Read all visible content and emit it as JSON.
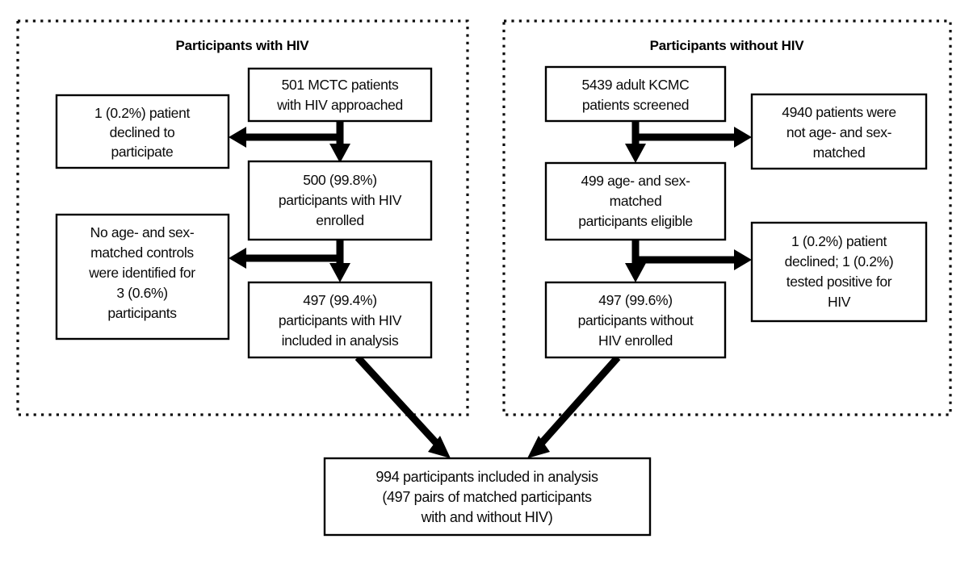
{
  "figure": {
    "type": "participant-flow-diagram",
    "background_color": "#ffffff",
    "line_color": "#000000",
    "box_fill": "#ffffff"
  },
  "panels": [
    {
      "id": "with-hiv",
      "title": "Participants with HIV",
      "border_style": "dotted"
    },
    {
      "id": "without-hiv",
      "title": "Participants without HIV",
      "border_style": "dotted"
    }
  ],
  "nodes": {
    "left_top": {
      "lines": [
        "501 MCTC patients",
        "with HIV approached"
      ]
    },
    "left_excl1": {
      "lines": [
        "1 (0.2%) patient",
        "declined to",
        "participate"
      ]
    },
    "left_mid": {
      "lines": [
        "500 (99.8%)",
        "participants with HIV",
        "enrolled"
      ]
    },
    "left_excl2": {
      "lines": [
        "No age- and sex-",
        "matched controls",
        "were identified for",
        "3 (0.6%)",
        "participants"
      ]
    },
    "left_bottom": {
      "lines": [
        "497 (99.4%)",
        "participants with HIV",
        "included in analysis"
      ]
    },
    "right_top": {
      "lines": [
        "5439 adult KCMC",
        "patients screened"
      ]
    },
    "right_excl1": {
      "lines": [
        "4940 patients were",
        "not age- and sex-",
        "matched"
      ]
    },
    "right_mid": {
      "lines": [
        "499 age- and sex-",
        "matched",
        "participants eligible"
      ]
    },
    "right_excl2": {
      "lines": [
        "1 (0.2%) patient",
        "declined; 1 (0.2%)",
        "tested positive for",
        "HIV"
      ]
    },
    "right_bottom": {
      "lines": [
        "497 (99.6%)",
        "participants without",
        "HIV enrolled"
      ]
    },
    "final": {
      "lines": [
        "994 participants included in analysis",
        "(497 pairs of matched participants",
        "with and without HIV)"
      ]
    }
  },
  "counts": {
    "mctc_approached": 501,
    "hiv_declined": 1,
    "hiv_declined_pct": "0.2%",
    "hiv_enrolled": 500,
    "hiv_enrolled_pct": "99.8%",
    "hiv_no_match": 3,
    "hiv_no_match_pct": "0.6%",
    "hiv_analyzed": 497,
    "hiv_analyzed_pct": "99.4%",
    "kcmc_screened": 5439,
    "kcmc_not_matched": 4940,
    "kcmc_eligible": 499,
    "kcmc_declined": 1,
    "kcmc_declined_pct": "0.2%",
    "kcmc_positive": 1,
    "kcmc_positive_pct": "0.2%",
    "nohiv_enrolled": 497,
    "nohiv_enrolled_pct": "99.6%",
    "total_analyzed": 994,
    "matched_pairs": 497
  }
}
